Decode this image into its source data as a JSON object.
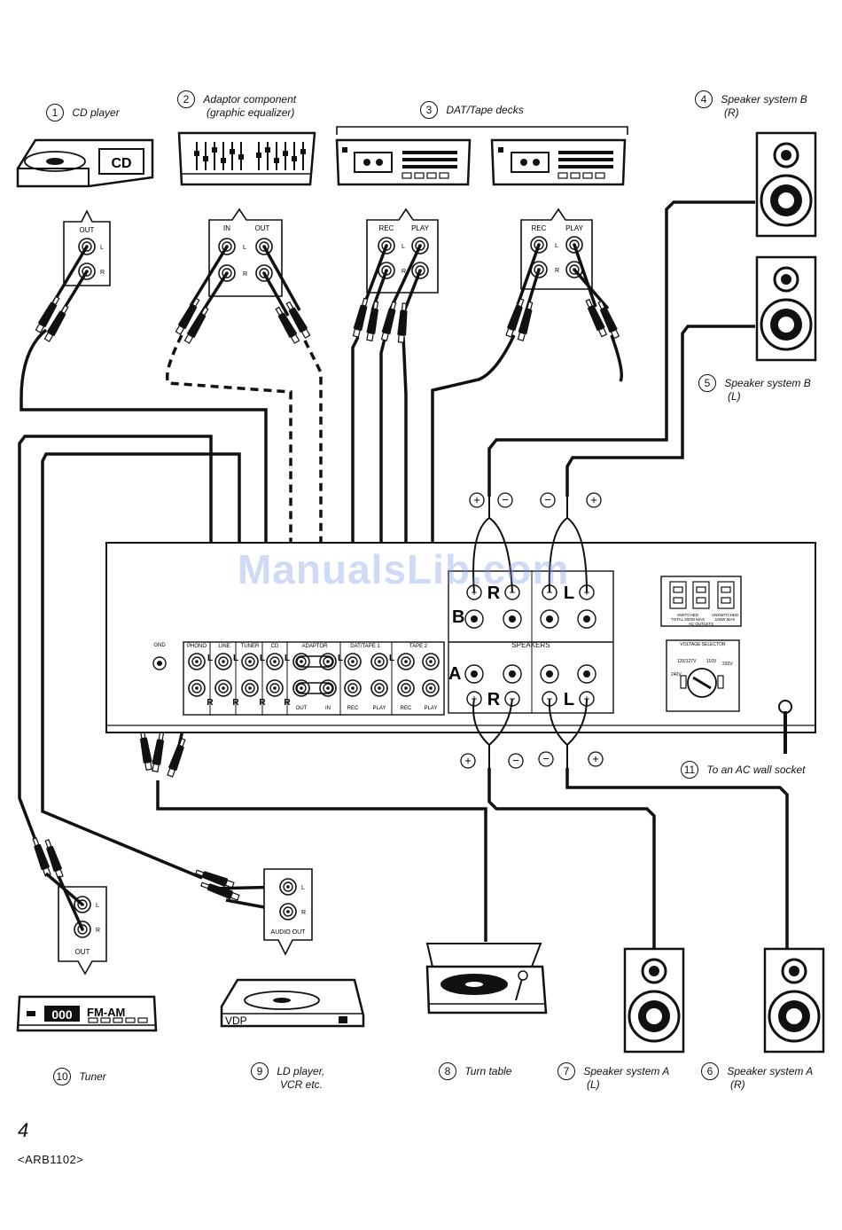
{
  "components": [
    {
      "num": "1",
      "label": "CD player"
    },
    {
      "num": "2",
      "label": "Adaptor component",
      "label2": "(graphic equalizer)"
    },
    {
      "num": "3",
      "label": "DAT/Tape decks"
    },
    {
      "num": "4",
      "label": "Speaker system B",
      "label2": "(R)"
    },
    {
      "num": "5",
      "label": "Speaker system B",
      "label2": "(L)"
    },
    {
      "num": "6",
      "label": "Speaker system A",
      "label2": "(R)"
    },
    {
      "num": "7",
      "label": "Speaker system A",
      "label2": "(L)"
    },
    {
      "num": "8",
      "label": "Turn table"
    },
    {
      "num": "9",
      "label": "LD player,",
      "label2": "VCR etc."
    },
    {
      "num": "10",
      "label": "Tuner"
    },
    {
      "num": "11",
      "label": "To an AC wall socket"
    }
  ],
  "device_text": {
    "cd": "CD",
    "tuner_display": "000",
    "tuner_band": "FM-AM",
    "vdp": "VDP"
  },
  "jacks": {
    "out": "OUT",
    "in": "IN",
    "rec": "REC",
    "play": "PLAY",
    "l": "L",
    "r": "R",
    "audio_out": "AUDIO OUT"
  },
  "panel": {
    "gnd": "GND",
    "inputs": [
      "PHONO",
      "LINE",
      "TUNER",
      "CD",
      "ADAPTOR",
      "DAT/TAPE 1",
      "TAPE 2"
    ],
    "sub_out": "OUT",
    "sub_in": "IN",
    "sub_rec1": "REC",
    "sub_play1": "PLAY",
    "sub_rec2": "REC",
    "sub_play2": "PLAY",
    "speakers": "SPEAKERS",
    "b": "B",
    "a": "A",
    "r_big": "R",
    "l_big": "L",
    "plus": "+",
    "minus": "−",
    "switched": "SWITCHED",
    "switched_total": "TOTAL 200W MAX",
    "unswitched": "UNSWITCHED",
    "unswitched_max": "100W MAX",
    "ac_outlets": "AC OUTLETS",
    "voltage_selector": "VOLTAGE SELECTOR",
    "v120": "120/127V",
    "v110": "110V",
    "v240": "240V",
    "v220": "220V"
  },
  "page_number": "4",
  "doc_code": "<ARB1102>",
  "watermark": "ManualsLib.com"
}
